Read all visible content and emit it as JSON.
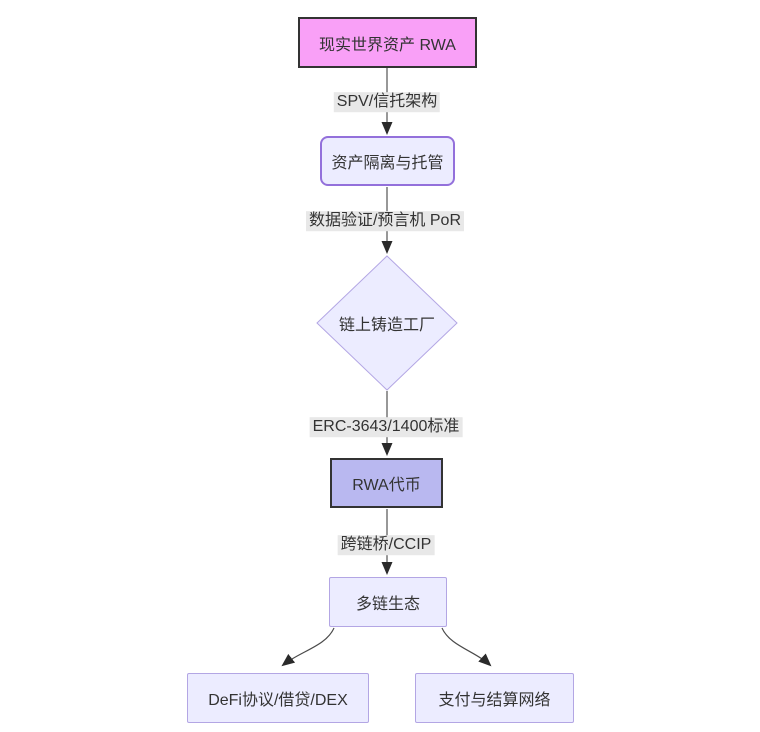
{
  "diagram": {
    "type": "flowchart",
    "direction": "top-down",
    "nodes": [
      {
        "id": "A",
        "label": "现实世界资产 RWA",
        "shape": "rect",
        "fill": "#f9a0f7",
        "stroke": "#333333"
      },
      {
        "id": "B",
        "label": "资产隔离与托管",
        "shape": "rounded",
        "fill": "#ececff",
        "stroke": "#9370db"
      },
      {
        "id": "C",
        "label": "链上铸造工厂",
        "shape": "diamond",
        "fill": "#ececff",
        "stroke": "#b3a6e4"
      },
      {
        "id": "D",
        "label": "RWA代币",
        "shape": "rect",
        "fill": "#b9b8f0",
        "stroke": "#333333"
      },
      {
        "id": "E",
        "label": "多链生态",
        "shape": "rect",
        "fill": "#ececff",
        "stroke": "#b3a6e4"
      },
      {
        "id": "F",
        "label": "DeFi协议/借贷/DEX",
        "shape": "rect",
        "fill": "#ececff",
        "stroke": "#b3a6e4"
      },
      {
        "id": "G",
        "label": "支付与结算网络",
        "shape": "rect",
        "fill": "#ececff",
        "stroke": "#b3a6e4"
      }
    ],
    "edges": [
      {
        "from": "A",
        "to": "B",
        "label": "SPV/信托架构"
      },
      {
        "from": "B",
        "to": "C",
        "label": "数据验证/预言机 PoR"
      },
      {
        "from": "C",
        "to": "D",
        "label": "ERC-3643/1400标准"
      },
      {
        "from": "D",
        "to": "E",
        "label": "跨链桥/CCIP"
      },
      {
        "from": "E",
        "to": "F",
        "label": ""
      },
      {
        "from": "E",
        "to": "G",
        "label": ""
      }
    ],
    "colors": {
      "edge_line": "#757575",
      "arrowhead": "#2a2a2a",
      "edge_label_bg": "#e8e8e8",
      "text": "#333333",
      "background": "#ffffff"
    }
  }
}
